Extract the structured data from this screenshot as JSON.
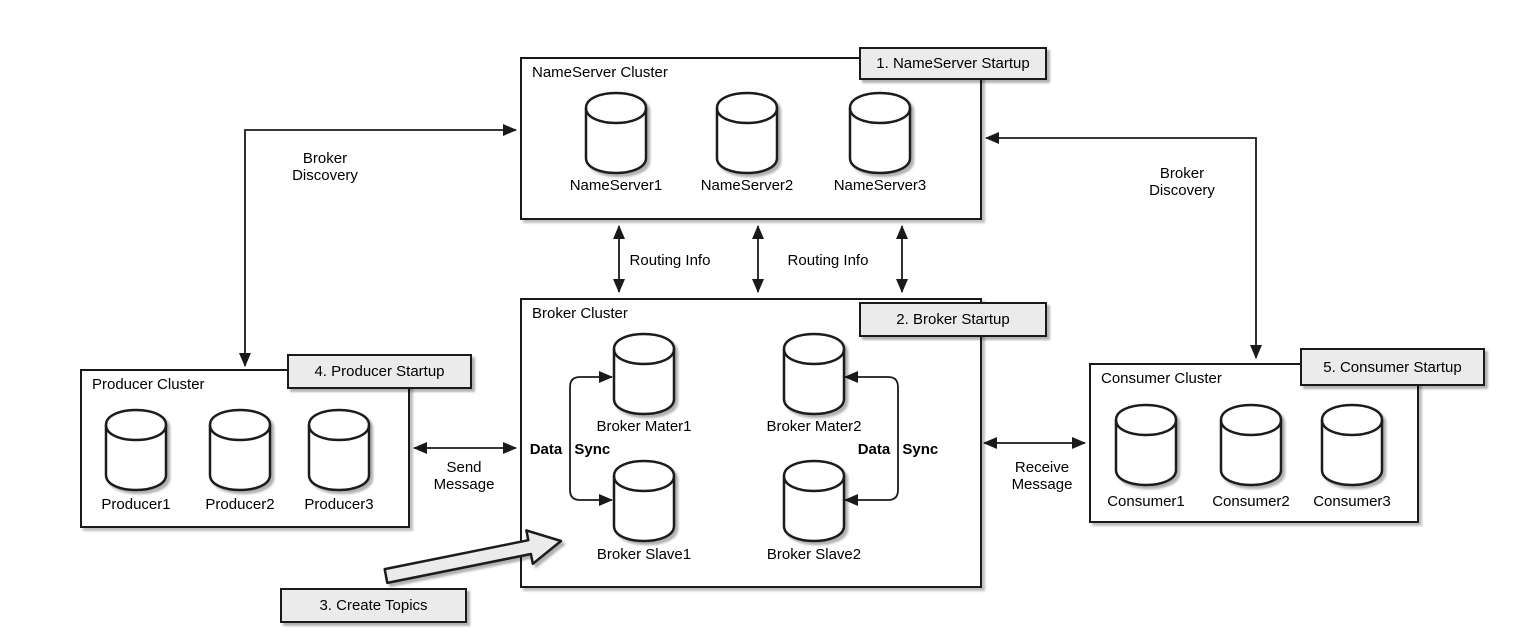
{
  "diagram": {
    "clusters": {
      "nameserver": {
        "title": "NameServer Cluster",
        "nodes": [
          "NameServer1",
          "NameServer2",
          "NameServer3"
        ]
      },
      "broker": {
        "title": "Broker Cluster",
        "nodes": [
          "Broker Mater1",
          "Broker Mater2",
          "Broker Slave1",
          "Broker Slave2"
        ]
      },
      "producer": {
        "title": "Producer Cluster",
        "nodes": [
          "Producer1",
          "Producer2",
          "Producer3"
        ]
      },
      "consumer": {
        "title": "Consumer Cluster",
        "nodes": [
          "Consumer1",
          "Consumer2",
          "Consumer3"
        ]
      }
    },
    "steps": {
      "s1": "1. NameServer Startup",
      "s2": "2. Broker Startup",
      "s3": "3. Create Topics",
      "s4": "4. Producer Startup",
      "s5": "5. Consumer Startup"
    },
    "edges": {
      "broker_discovery_left": "Broker Discovery",
      "broker_discovery_right": "Broker Discovery",
      "routing_info_left": "Routing Info",
      "routing_info_right": "Routing Info",
      "send_message": "Send Message",
      "receive_message": "Receive Message",
      "data_sync_left": "Data Sync",
      "data_sync_right": "Data Sync"
    },
    "colors": {
      "stroke": "#1a1a1a",
      "shape_fill": "#ffffff",
      "step_fill": "#ebebeb",
      "text": "#000000"
    }
  }
}
